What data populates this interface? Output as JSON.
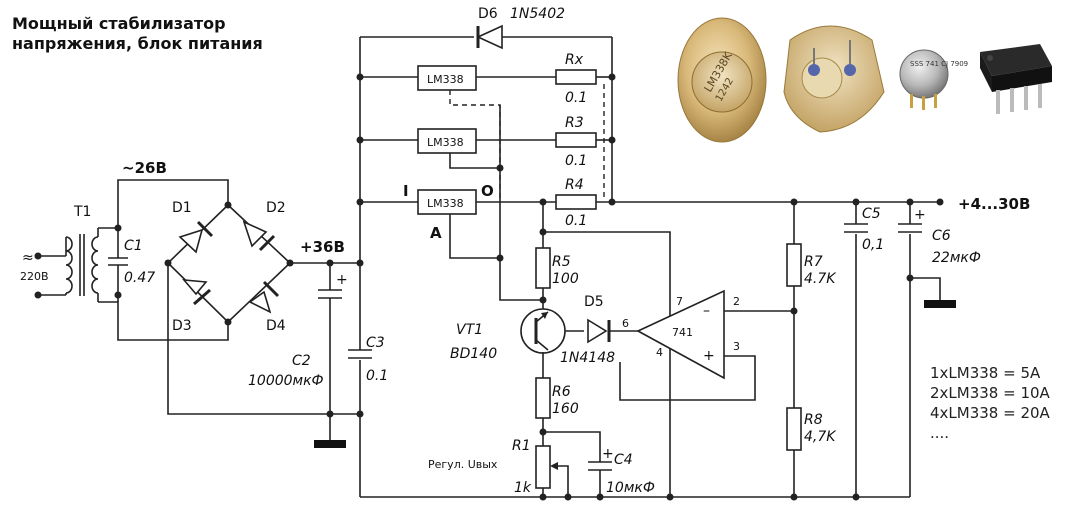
{
  "title": {
    "line1": "Мощный стабилизатор",
    "line2": "напряжения, блок питания"
  },
  "labels": {
    "ac_in": "220В",
    "ac_symbol": "≈",
    "t1": "T1",
    "c1": "C1",
    "c1_val": "0.47",
    "v_ac": "~26В",
    "d1": "D1",
    "d2": "D2",
    "d3": "D3",
    "d4": "D4",
    "v_dc": "+36В",
    "c2": "C2",
    "c2_val": "10000мкФ",
    "c3": "C3",
    "c3_val": "0.1",
    "d6": "D6",
    "d6_val": "1N5402",
    "lm_text": "LM338",
    "pin_i": "I",
    "pin_o": "O",
    "pin_a": "A",
    "rx": "Rx",
    "rx_val": "0.1",
    "r3": "R3",
    "r3_val": "0.1",
    "r4": "R4",
    "r4_val": "0.1",
    "v_out": "+4...30В",
    "c5": "C5",
    "c5_val": "0,1",
    "c6": "C6",
    "c6_val": "22мкФ",
    "r5": "R5",
    "r5_val": "100",
    "d5": "D5",
    "d5_val": "1N4148",
    "vt1": "VT1",
    "vt1_val": "BD140",
    "r7": "R7",
    "r7_val": "4.7K",
    "r8": "R8",
    "r8_val": "4,7K",
    "opamp": "741",
    "pin2": "2",
    "pin3": "3",
    "pin4": "4",
    "pin6": "6",
    "pin7": "7",
    "r6": "R6",
    "r6_val": "160",
    "r1": "R1",
    "r1_val": "1k",
    "r1_note": "Регул. Uвых",
    "c4": "C4",
    "c4_val": "10мкФ",
    "plus": "+",
    "minus": "–"
  },
  "notes": [
    "1xLM338 = 5A",
    "2xLM338 = 10A",
    "4xLM338 = 20A",
    "...."
  ],
  "photos": {
    "to3_marking": "LM338K",
    "to3_code": "1242",
    "to39_marking": "SSS 741 CJ 7909"
  }
}
